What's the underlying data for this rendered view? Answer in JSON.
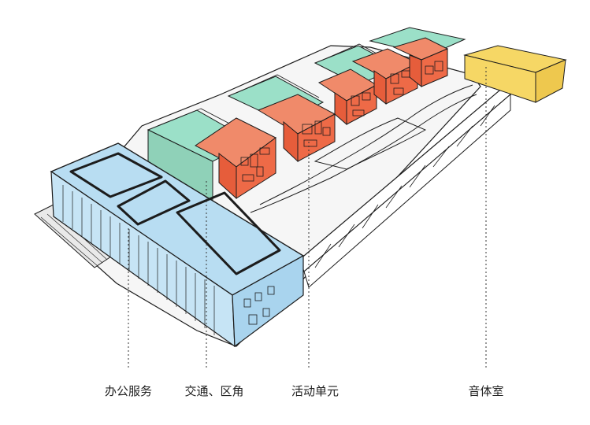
{
  "labels": {
    "office": "办公服务",
    "traffic": "交通、区角",
    "activity": "活动单元",
    "music": "音体室"
  },
  "colors": {
    "office": "#b8ddf2",
    "traffic": "#9be0c8",
    "activity": "#ee6a47",
    "music": "#f6d765",
    "line": "#1c1c1c"
  }
}
